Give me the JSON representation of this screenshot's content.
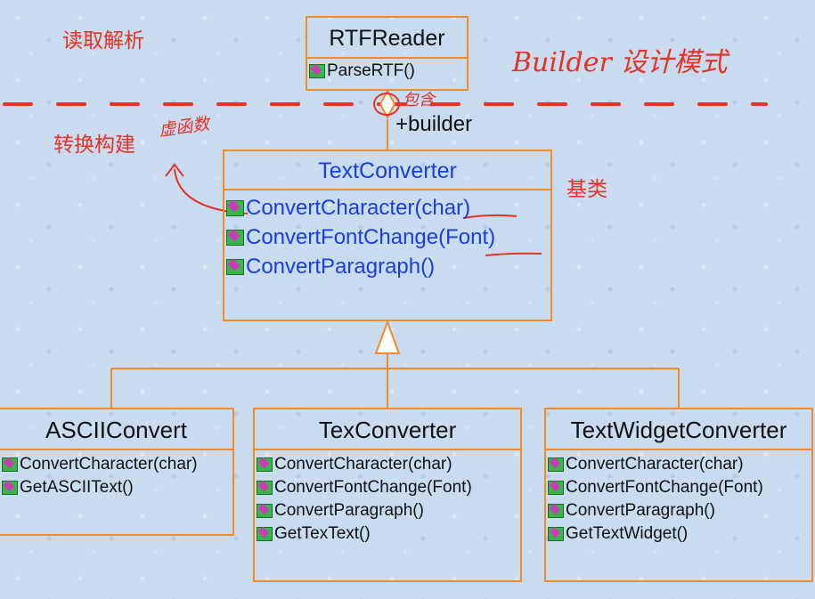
{
  "classes": {
    "rtf_reader": {
      "name": "RTFReader",
      "ops": [
        "ParseRTF()"
      ]
    },
    "text_converter": {
      "name": "TextConverter",
      "ops": [
        "ConvertCharacter(char)",
        "ConvertFontChange(Font)",
        "ConvertParagraph()"
      ]
    },
    "ascii_convert": {
      "name": "ASCIIConvert",
      "ops": [
        "ConvertCharacter(char)",
        "GetASCIIText()"
      ]
    },
    "tex_converter": {
      "name": "TexConverter",
      "ops": [
        "ConvertCharacter(char)",
        "ConvertFontChange(Font)",
        "ConvertParagraph()",
        "GetTexText()"
      ]
    },
    "text_widget_converter": {
      "name": "TextWidgetConverter",
      "ops": [
        "ConvertCharacter(char)",
        "ConvertFontChange(Font)",
        "ConvertParagraph()",
        "GetTextWidget()"
      ]
    }
  },
  "association_label": "+builder",
  "annotations": {
    "read_parse": "读取解析",
    "convert_build": "转换构建",
    "base_class": "基类",
    "builder_pattern": "Builder 设计模式",
    "contains": "包含",
    "virtual_func": "虚函数"
  },
  "colors": {
    "box_border": "#f08a2a",
    "annotation_red": "#e53224",
    "base_ops_blue": "#1a3de0",
    "method_icon_green": "#39b54a",
    "method_icon_magenta": "#c73fb5"
  }
}
